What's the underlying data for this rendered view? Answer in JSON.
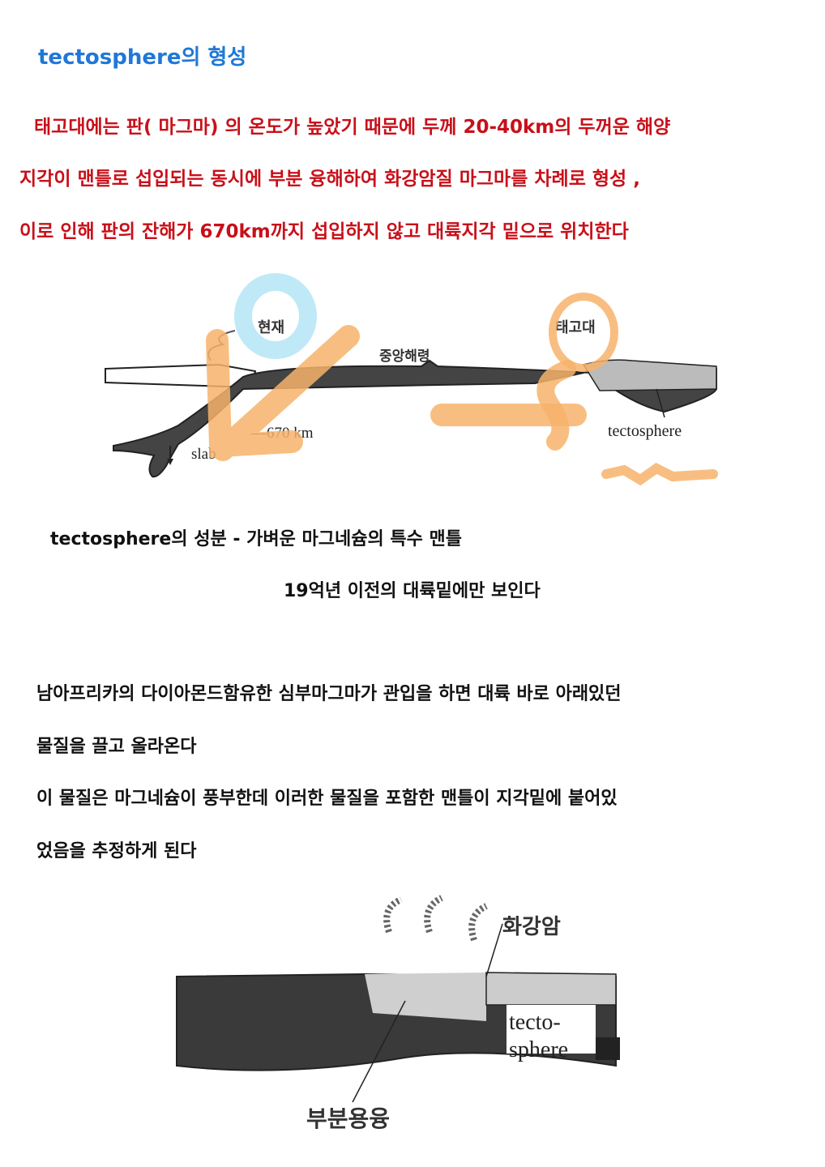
{
  "title": "tectosphere의 형성",
  "intro_lines": [
    "태고대에는 판( 마그마) 의 온도가 높았기 때문에 두께 20-40km의 두꺼운 해양",
    "지각이  맨틀로 섭입되는 동시에 부분 융해하여 화강암질 마그마를 차례로 형성 ,",
    "이로 인해 판의 잔해가 670km까지 섭입하지 않고 대륙지각 밑으로 위치한다"
  ],
  "diagram1": {
    "present": "현재",
    "archean": "태고대",
    "ridge": "중앙해령",
    "depth": "—670 km",
    "slab": "slab",
    "tectosphere": "tectosphere"
  },
  "composition": {
    "line1": "tectosphere의  성분 -  가벼운 마그네슘의 특수 맨틀",
    "line2": "19억년 이전의 대륙밑에만 보인다"
  },
  "paragraph": [
    "남아프리카의 다이아몬드함유한 심부마그마가 관입을 하면 대륙 바로 아래있던",
    "물질을 끌고 올라온다",
    "이 물질은 마그네슘이 풍부한데  이러한 물질을 포함한 맨틀이 지각밑에 붙어있",
    "었음을 추정하게 된다"
  ],
  "diagram2": {
    "granite": "화강암",
    "tecto1": "tecto-",
    "tecto2": "sphere",
    "partial_melt": "부분용융"
  },
  "colors": {
    "title": "#1f78d6",
    "red": "#c8101a",
    "highlight_orange": "#f7b36b",
    "highlight_blue": "#bfe9f7"
  }
}
